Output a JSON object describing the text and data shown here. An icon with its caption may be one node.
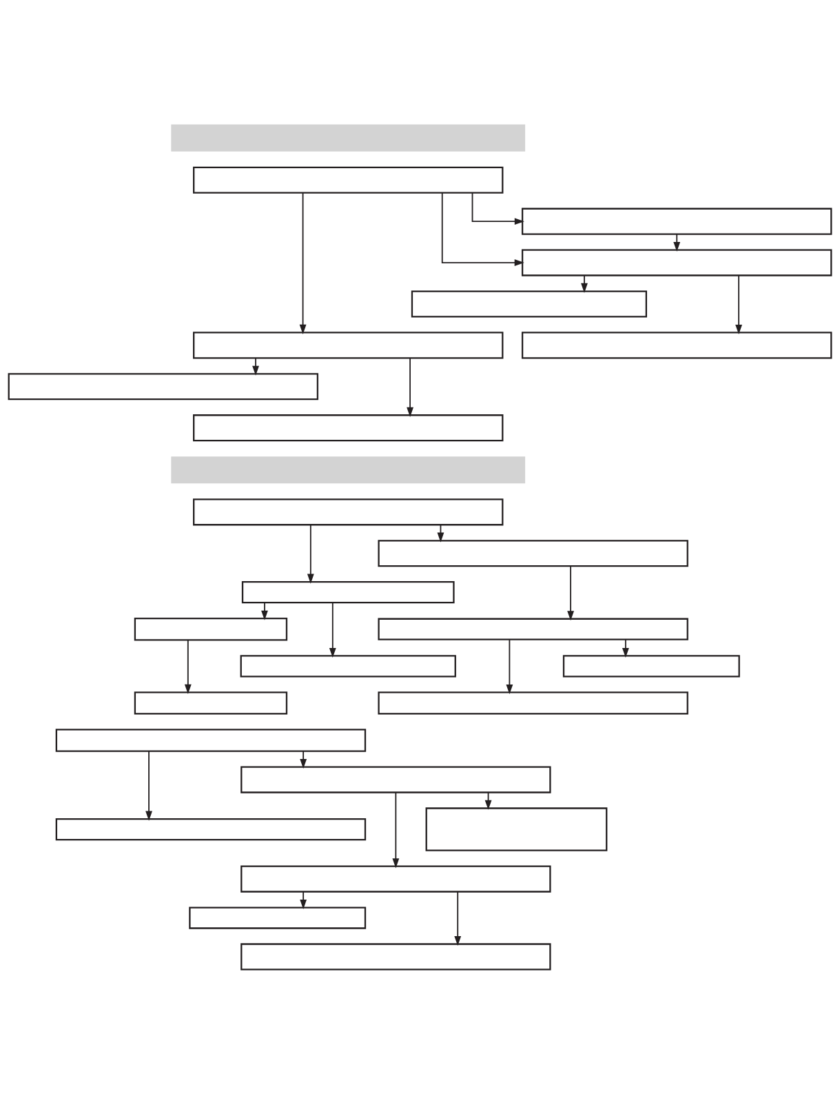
{
  "diagram": {
    "nodes": [
      {
        "text": [],
        "shape": "bar"
      },
      {
        "text": [],
        "shape": "box"
      },
      {
        "text": [],
        "shape": "box"
      },
      {
        "text": [],
        "shape": "box"
      },
      {
        "text": [],
        "shape": "box"
      },
      {
        "text": [],
        "shape": "box"
      },
      {
        "text": [],
        "shape": "box"
      },
      {
        "text": [],
        "shape": "box"
      },
      {
        "text": [],
        "shape": "box"
      },
      {
        "text": [],
        "shape": "bar"
      },
      {
        "text": [],
        "shape": "box"
      },
      {
        "text": [],
        "shape": "box"
      },
      {
        "text": [],
        "shape": "box"
      },
      {
        "text": [],
        "shape": "box"
      },
      {
        "text": [],
        "shape": "box"
      },
      {
        "text": [],
        "shape": "box"
      },
      {
        "text": [],
        "shape": "box"
      },
      {
        "text": [],
        "shape": "box"
      },
      {
        "text": [],
        "shape": "box"
      },
      {
        "text": [],
        "shape": "box"
      },
      {
        "text": [],
        "shape": "box"
      },
      {
        "text": [],
        "shape": "box"
      },
      {
        "text": [],
        "shape": "box"
      },
      {
        "text": [],
        "shape": "box"
      },
      {
        "text": [],
        "shape": "box"
      },
      {
        "text": [],
        "shape": "box"
      }
    ],
    "edges": [
      {
        "from": 1,
        "to": 5,
        "arrow": "to"
      },
      {
        "from": 1,
        "to": 2,
        "arrow": "to"
      },
      {
        "from": 1,
        "to": 3,
        "arrow": "to"
      },
      {
        "from": 2,
        "to": 3,
        "arrow": "to"
      },
      {
        "from": 3,
        "to": 6,
        "arrow": "to"
      },
      {
        "from": 3,
        "to": 4,
        "arrow": "to"
      },
      {
        "from": 5,
        "to": 8,
        "arrow": "to"
      },
      {
        "from": 5,
        "to": 7,
        "arrow": "to"
      },
      {
        "from": 10,
        "to": 12,
        "arrow": "to"
      },
      {
        "from": 10,
        "to": 11,
        "arrow": "to"
      },
      {
        "from": 11,
        "to": 14,
        "arrow": "to"
      },
      {
        "from": 12,
        "to": 15,
        "arrow": "to"
      },
      {
        "from": 12,
        "to": 13,
        "arrow": "to"
      },
      {
        "from": 13,
        "to": 17,
        "arrow": "to"
      },
      {
        "from": 14,
        "to": 18,
        "arrow": "to"
      },
      {
        "from": 14,
        "to": 16,
        "arrow": "to"
      },
      {
        "from": 19,
        "to": 21,
        "arrow": "to"
      },
      {
        "from": 19,
        "to": 20,
        "arrow": "to"
      },
      {
        "from": 20,
        "to": 23,
        "arrow": "to"
      },
      {
        "from": 20,
        "to": 22,
        "arrow": "to"
      },
      {
        "from": 23,
        "to": 25,
        "arrow": "to"
      },
      {
        "from": 23,
        "to": 24,
        "arrow": "to"
      }
    ]
  }
}
